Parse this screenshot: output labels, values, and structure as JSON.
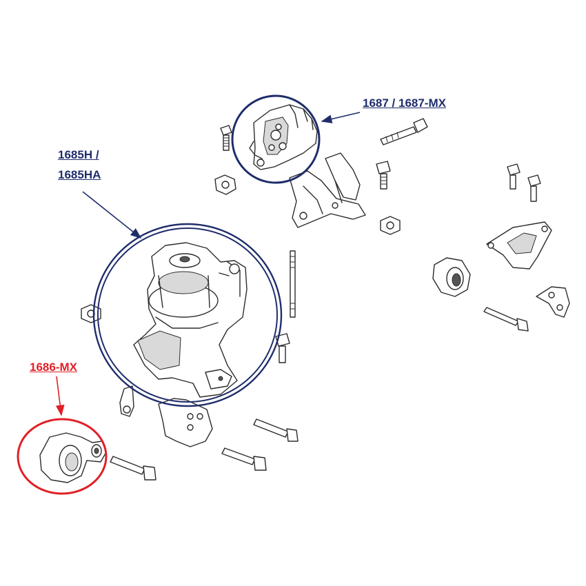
{
  "colors": {
    "navy_callout": "#1f2d6b",
    "red_callout": "#e11f26",
    "linework": "#2b2b2b"
  },
  "callouts": {
    "upper_mount": {
      "label": "1687 / 1687-MX",
      "color": "#1f2d6b"
    },
    "main_mount": {
      "label_line1": "1685H /",
      "label_line2": "1685HA",
      "color": "#1f2d6b"
    },
    "rear_mount": {
      "label": "1686-MX",
      "color": "#e11f26"
    }
  }
}
